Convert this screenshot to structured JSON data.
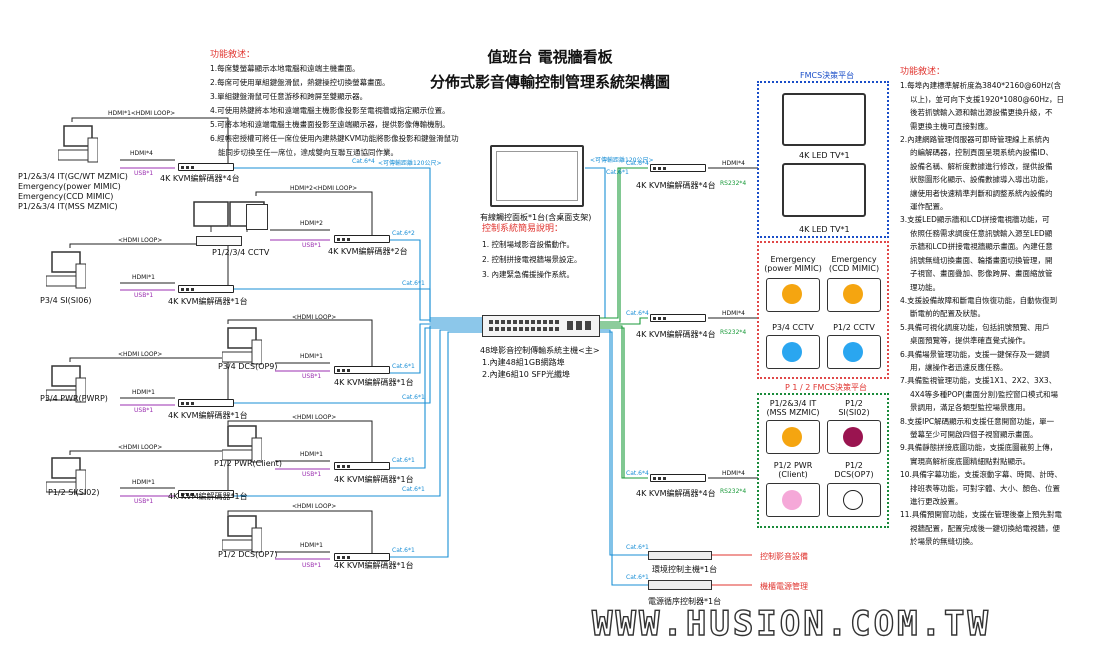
{
  "title": {
    "line1": "值班台 電視牆看板",
    "line2": "分佈式影音傳輸控制管理系統架構圖"
  },
  "left_notes": {
    "heading": "功能敘述：",
    "items": [
      "1.每席雙螢幕顯示本地電腦和遠端主機畫面。",
      "2.每席可使用單組鍵盤滑鼠，熱鍵操控切換螢幕畫面。",
      "3.單組鍵盤滑鼠可任意游移和跨屏至雙顯示器。",
      "4.可使用熱鍵將本地和遠端電腦主機影像投影至電視牆或指定顯示位置。",
      "5.可將本地和遠端電腦主機畫面投影至遠端顯示器，提供影像傳輸機制。",
      "6.經帳密授權可將任一席位使用內建熱鍵KVM功能將影像投影和鍵盤滑鼠功",
      "能同步切換至任一席位，達成雙向互聯互通協同作業。"
    ]
  },
  "right_notes": {
    "heading": "功能敘述：",
    "items": [
      "1.每埠內建標準解析度為3840*2160@60Hz(含",
      "以上)，並可向下支援1920*1080@60Hz，日",
      "後若抓號輸入源和輸出源設備更換升級，不",
      "需更換主機可直接對應。",
      "2.內建網路管理伺服器可即時管理線上系統內",
      "的編解碼器，控制頁面呈現系統內設備ID、",
      "設備名稱、解析度數據進行修改，提供設備",
      "狀態圖形化顯示、設備數據導入導出功能，",
      "讓使用者快速精準判斷和調整系統內設備的",
      "運作配置。",
      "3.支援LED顯示牆和LCD拼接電視牆功能，可",
      "依照任務需求調度任意訊號輸入源至LED顯",
      "示牆和LCD拼接電視牆顯示畫面。內建任意",
      "訊號無縫切換畫面、輪播畫面切換管理，開",
      "子視窗、畫面疊加、影像跨屏、畫面縮放管",
      "理功能。",
      "4.支援設備故障和斷電自恢復功能，自動恢復到",
      "斷電前的配置及狀態。",
      "5.具備可視化調度功能，包括訊號預覽、用戶",
      "桌面預覽等，提供準確直覺式操作。",
      "6.具備場景管理功能，支援一鍵保存及一鍵調",
      "用，讓操作者迅速反應任務。",
      "7.具備監視管理功能，支援1X1、2X2、3X3、",
      "4X4等多種POP(畫面分割)監控窗口模式和場",
      "景調用，滿足各類型監控場景應用。",
      "8.支援IPC解碼顯示和支援任意開窗功能，單一",
      "螢幕至少可開啟四個子視窗顯示畫面。",
      "9.具備靜態拼接底圖功能，支援底圖裁剪上傳，",
      "實現高解析度底圖精細點對點顯示。",
      "10.具備字幕功能，支援滾動字幕、時間、計時、",
      "排班表等功能，可對字體、大小、顏色、位置",
      "進行更改設置。",
      "11.具備預開窗功能，支援在管理後臺上預先對電",
      "視牆配置，配置完成後一鍵切換給電視牆，便",
      "於場景的無縫切換。"
    ]
  },
  "left_side": {
    "ws1": {
      "labels": [
        "P1/2&3/4 IT(GC/WT MZMIC)",
        "Emergency(power MIMIC)",
        "Emergency(CCD MIMIC)",
        "P1/2&3/4 IT(MSS MZMIC)"
      ],
      "loop": "HDMI*1<HDMI LOOP>",
      "hdmi": "HDMI*4",
      "usb": "USB*1",
      "kvm": "4K KVM編解碼器*4台",
      "cat": "Cat.6*4",
      "fiber": "<可傳輸距離120公尺>"
    },
    "cctv": {
      "label": "P1/2/3/4 CCTV",
      "loop": "HDMI*2<HDMI LOOP>",
      "hdmi": "HDMI*2",
      "usb": "USB*1",
      "kvm": "4K KVM編解碼器*2台",
      "cat": "Cat.6*2"
    },
    "si06": {
      "label": "P3/4 SI(SI06)",
      "loop": "<HDMI LOOP>",
      "hdmi": "HDMI*1",
      "usb": "USB*1",
      "kvm": "4K KVM編解碼器*1台",
      "cat": "Cat.6*1"
    },
    "dcs9": {
      "label": "P3/4 DCS(OP9)",
      "loop": "<HDMI LOOP>",
      "hdmi": "HDMI*1",
      "usb": "USB*1",
      "kvm": "4K KVM編解碼器*1台",
      "cat": "Cat.6*1"
    },
    "pwrp": {
      "label": "P3/4 PWR(PWRP)",
      "loop": "<HDMI LOOP>",
      "hdmi": "HDMI*1",
      "usb": "USB*1",
      "kvm": "4K KVM編解碼器*1台",
      "cat": "Cat.6*1"
    },
    "pwrc": {
      "label": "P1/2 PWR(Client)",
      "loop": "<HDMI LOOP>",
      "hdmi": "HDMI*1",
      "usb": "USB*1",
      "kvm": "4K KVM編解碼器*1台",
      "cat": "Cat.6*1"
    },
    "si02": {
      "label": "P1/2 SI(SI02)",
      "loop": "<HDMI LOOP>",
      "hdmi": "HDMI*1",
      "usb": "USB*1",
      "kvm": "4K KVM編解碼器*1台",
      "cat": "Cat.6*1"
    },
    "dcs7": {
      "label": "P1/2 DCS(OP7)",
      "loop": "<HDMI LOOP>",
      "hdmi": "HDMI*1",
      "usb": "USB*1",
      "kvm": "4K KVM編解碼器*1台",
      "cat": "Cat.6*1"
    }
  },
  "center": {
    "touch_panel": "有線觸控面板*1台(含桌面支架)",
    "ctrl_heading": "控制系統簡易說明：",
    "ctrl_items": [
      "1. 控制場域影音設備動作。",
      "2. 控制拼接電視牆場景設定。",
      "3. 內建緊急備援操作系統。"
    ],
    "fiber": "<可傳輸距離120公尺>",
    "cat_top": "Cat.6*1",
    "switch_title": "48埠影音控制傳輸系統主機<主>",
    "switch_items": [
      "1.內建48組1GB網路埠",
      "2.內建6組10 SFP光纖埠"
    ],
    "env_label": "環境控制主機*1台",
    "env_cat": "Cat.6*1",
    "env_target": "控制影音設備",
    "power_label": "電源循序控制器*1台",
    "power_cat": "Cat.6*1",
    "power_target": "機櫃電源管理"
  },
  "right_side": {
    "kvm1": {
      "cat": "Cat.6*4",
      "hdmi": "HDMI*4",
      "rs": "RS232*4",
      "kvm": "4K KVM編解碼器*4台"
    },
    "kvm2": {
      "cat": "Cat.6*4",
      "hdmi": "HDMI*4",
      "rs": "RS232*4",
      "kvm": "4K KVM編解碼器*4台"
    },
    "kvm3": {
      "cat": "Cat.6*4",
      "hdmi": "HDMI*4",
      "rs": "RS232*4",
      "kvm": "4K KVM編解碼器*4台"
    },
    "fmcs_top": {
      "title": "FMCS決策平台",
      "tv1": "4K LED TV*1",
      "tv2": "4K LED TV*1",
      "color": "#1a4ec8"
    },
    "panel_mid": {
      "cells": [
        {
          "label": "Emergency\n(power MIMIC)",
          "dot": "#f5a510"
        },
        {
          "label": "Emergency\n(CCD MIMIC)",
          "dot": "#f5a510"
        },
        {
          "label": "P3/4 CCTV",
          "dot": "#2aa6f0"
        },
        {
          "label": "P1/2 CCTV",
          "dot": "#2aa6f0"
        }
      ],
      "color": "#e04848"
    },
    "fmcs_bottom": {
      "title": "P 1 / 2 FMCS決策平台",
      "cells": [
        {
          "label": "P1/2&3/4 IT\n(MSS MZMIC)",
          "dot": "#f5a510"
        },
        {
          "label": "P1/2\nSI(SI02)",
          "dot": "#9a1450"
        },
        {
          "label": "P1/2 PWR\n(Client)",
          "dot": "#f5a8d8"
        },
        {
          "label": "P1/2\nDCS(OP7)",
          "dot": "#ffffff"
        }
      ],
      "color": "#1a8a3a"
    }
  },
  "watermark": "WWW.HUSION.COM.TW"
}
